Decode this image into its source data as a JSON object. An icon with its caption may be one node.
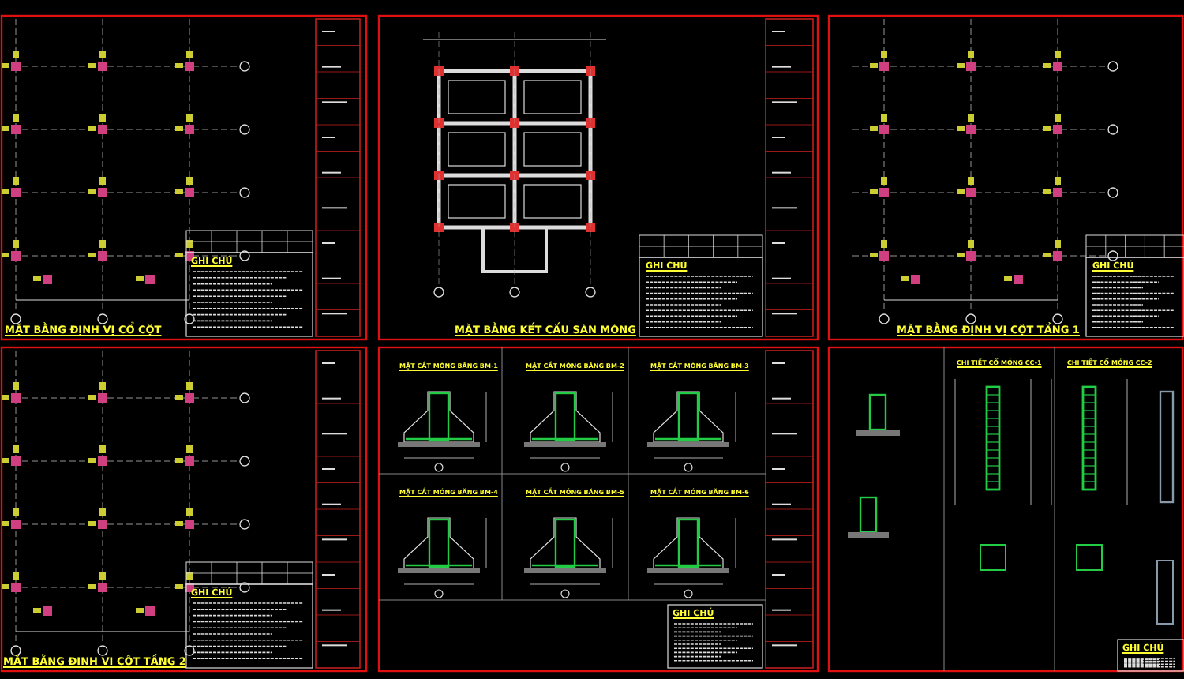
{
  "diagram": {
    "labels": [
      "GHI CHÚ",
      "MẶT BẰNG ĐỊNH VỊ CỔ CỘT",
      "GHI CHÚ",
      "MẶT BẰNG KẾT CẤU SÀN MÓNG",
      "GHI CHÚ",
      "MẶT BẰNG ĐỊNH VỊ CỘT TẦNG 1",
      "MẶT CẮT MÓNG BĂNG BM-1",
      "MẶT CẮT MÓNG BĂNG BM-2",
      "MẶT CẮT MÓNG BĂNG BM-3",
      "CHI TIẾT CỔ MÓNG CC-1",
      "CHI TIẾT CỔ MÓNG CC-2",
      "MẶT CẮT MÓNG BĂNG BM-4",
      "MẶT CẮT MÓNG BĂNG BM-5",
      "MẶT CẮT MÓNG BĂNG BM-6",
      "GHI CHÚ",
      "MẶT BẰNG ĐỊNH VỊ CỘT TẦNG 2",
      "GHI CHÚ",
      "GHI CHÚ"
    ]
  }
}
